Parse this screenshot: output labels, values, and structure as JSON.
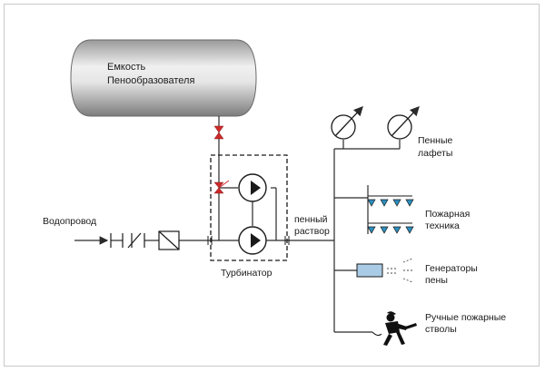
{
  "labels": {
    "tank_line1": "Емкость",
    "tank_line2": "Пенообразователя",
    "water_supply": "Водопровод",
    "turbinator": "Турбинатор",
    "foam_solution_line1": "пенный",
    "foam_solution_line2": "раствор",
    "monitors_line1": "Пенные",
    "monitors_line2": "лафеты",
    "fire_equipment_line1": "Пожарная",
    "fire_equipment_line2": "техника",
    "generators_line1": "Генераторы",
    "generators_line2": "пены",
    "hand_nozzles_line1": "Ручные пожарные",
    "hand_nozzles_line2": "стволы"
  },
  "colors": {
    "line": "#2a2a2a",
    "valve": "#cc2a2a",
    "generator": "#a9cbe6",
    "tank_dark": "#8a8a8a",
    "tank_light": "#f2f2f2"
  }
}
